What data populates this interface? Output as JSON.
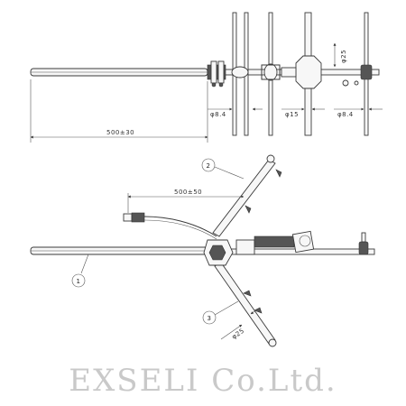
{
  "top_view": {
    "phi_25": "φ25",
    "phi_8_4_left": "φ8.4",
    "phi_15": "φ15",
    "phi_8_4_right": "φ8.4",
    "length": "500±30"
  },
  "bottom_view": {
    "length": "500±50",
    "phi_25": "φ25",
    "callout_1": "1",
    "callout_2": "2",
    "callout_3": "3"
  },
  "logo": "EXSELI Co.Ltd."
}
